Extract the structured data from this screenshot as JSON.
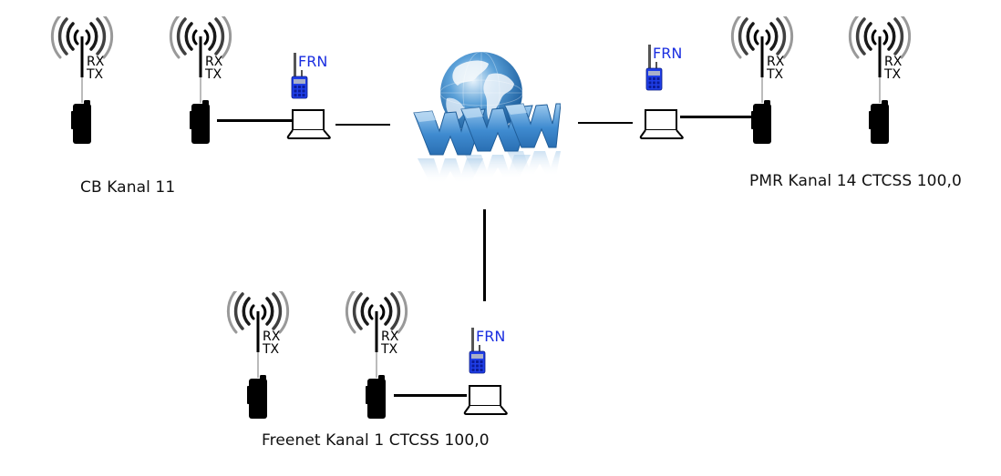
{
  "diagram": {
    "title": "",
    "colors": {
      "background": "#ffffff",
      "lines": "#000000",
      "frn_text": "#1a2ee0",
      "frn_radio": "#1f3ee8",
      "globe_blue": "#2f7fc8",
      "www_blue": "#4a9ad8"
    },
    "center": {
      "id": "internet",
      "icon": "www-globe-icon",
      "label": "WWW"
    },
    "groups": [
      {
        "id": "cb",
        "label": "CB Kanal 11",
        "stations": [
          {
            "icon": "handheld-radio-icon",
            "rx_label": "RX",
            "tx_label": "TX"
          },
          {
            "icon": "handheld-radio-icon",
            "rx_label": "RX",
            "tx_label": "TX"
          }
        ],
        "gateway": {
          "icon": "laptop-icon",
          "client_label": "FRN",
          "client_icon": "frn-radio-icon"
        }
      },
      {
        "id": "pmr",
        "label": "PMR Kanal 14 CTCSS 100,0",
        "stations": [
          {
            "icon": "handheld-radio-icon",
            "rx_label": "RX",
            "tx_label": "TX"
          },
          {
            "icon": "handheld-radio-icon",
            "rx_label": "RX",
            "tx_label": "TX"
          }
        ],
        "gateway": {
          "icon": "laptop-icon",
          "client_label": "FRN",
          "client_icon": "frn-radio-icon"
        }
      },
      {
        "id": "freenet",
        "label": "Freenet Kanal 1 CTCSS 100,0",
        "stations": [
          {
            "icon": "handheld-radio-icon",
            "rx_label": "RX",
            "tx_label": "TX"
          },
          {
            "icon": "handheld-radio-icon",
            "rx_label": "RX",
            "tx_label": "TX"
          }
        ],
        "gateway": {
          "icon": "laptop-icon",
          "client_label": "FRN",
          "client_icon": "frn-radio-icon"
        }
      }
    ],
    "connections": [
      {
        "from": "cb.station2",
        "to": "cb.gateway"
      },
      {
        "from": "cb.gateway",
        "to": "internet"
      },
      {
        "from": "pmr.gateway",
        "to": "internet"
      },
      {
        "from": "pmr.gateway",
        "to": "pmr.station1"
      },
      {
        "from": "freenet.gateway",
        "to": "internet"
      },
      {
        "from": "freenet.station2",
        "to": "freenet.gateway"
      }
    ]
  }
}
